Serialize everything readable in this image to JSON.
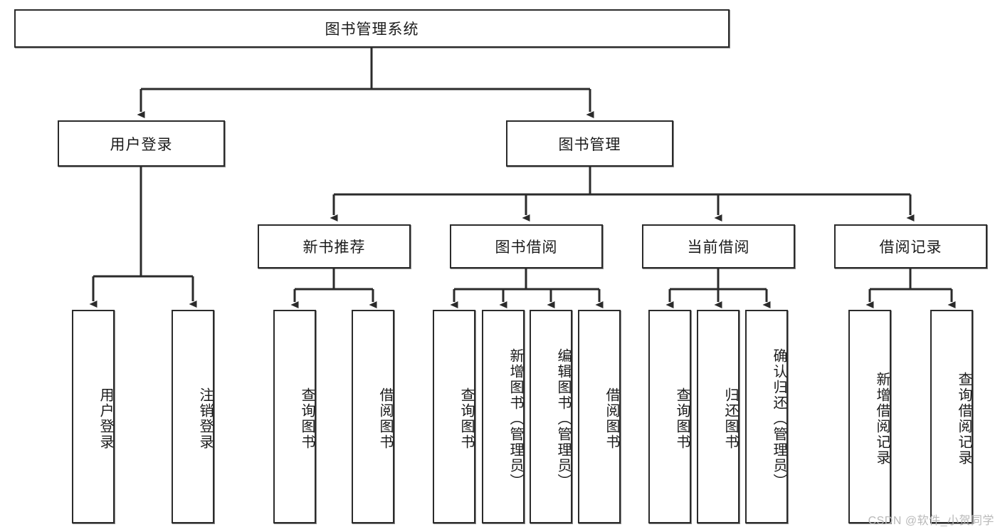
{
  "diagram": {
    "title": "图书管理系统",
    "type": "tree-diagram",
    "watermark": "CSDN @软件_小贺同学",
    "colors": {
      "box_border": "#2b2b2b",
      "box_fill": "#ffffff",
      "connector": "#2b2b2b",
      "text": "#1b1b1b",
      "watermark": "#b9b9b9"
    },
    "nodes": {
      "root": {
        "label": "图书管理系统"
      },
      "level2": [
        {
          "id": "user-login",
          "label": "用户登录"
        },
        {
          "id": "book-manage",
          "label": "图书管理"
        }
      ],
      "level3": [
        {
          "id": "new-book-recommend",
          "label": "新书推荐"
        },
        {
          "id": "book-borrow",
          "label": "图书借阅"
        },
        {
          "id": "current-borrow",
          "label": "当前借阅"
        },
        {
          "id": "borrow-record",
          "label": "借阅记录"
        }
      ],
      "leaves": {
        "user_login": [
          {
            "id": "leaf-user-login",
            "label": "用户登录"
          },
          {
            "id": "leaf-logout-login",
            "label": "注销登录"
          }
        ],
        "new_book_recommend": [
          {
            "id": "leaf-query-book-1",
            "label": "查询图书"
          },
          {
            "id": "leaf-borrow-book-1",
            "label": "借阅图书"
          }
        ],
        "book_borrow": [
          {
            "id": "leaf-query-book-2",
            "label": "查询图书"
          },
          {
            "id": "leaf-add-book",
            "label": "新增图书（管理员）"
          },
          {
            "id": "leaf-edit-book",
            "label": "编辑图书（管理员）"
          },
          {
            "id": "leaf-borrow-book-2",
            "label": "借阅图书"
          }
        ],
        "current_borrow": [
          {
            "id": "leaf-query-book-3",
            "label": "查询图书"
          },
          {
            "id": "leaf-return-book",
            "label": "归还图书"
          },
          {
            "id": "leaf-confirm-return",
            "label": "确认归还（管理员）"
          }
        ],
        "borrow_record": [
          {
            "id": "leaf-add-record",
            "label": "新增借阅记录"
          },
          {
            "id": "leaf-query-record",
            "label": "查询借阅记录"
          }
        ]
      }
    }
  }
}
